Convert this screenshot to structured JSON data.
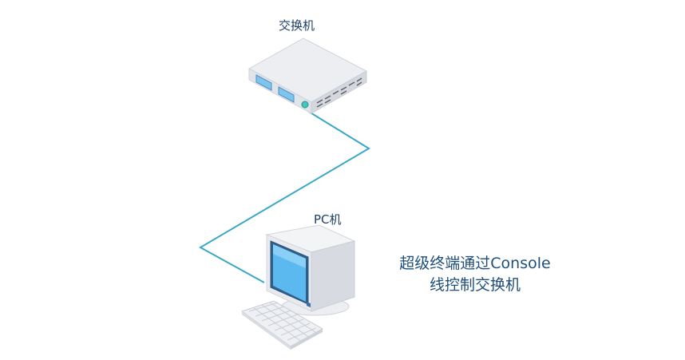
{
  "diagram": {
    "switch_label": "交换机",
    "pc_label": "PC机",
    "caption_line1": "超级终端通过Console",
    "caption_line2": "线控制交换机"
  },
  "colors": {
    "cable": "#39a8c6",
    "device_top": "#e9ebef",
    "device_side": "#d4d7dd",
    "screen": "#5cb9f0",
    "text": "#1f3f66"
  },
  "icons": [
    "switch-icon",
    "monitor-icon",
    "keyboard-icon",
    "console-cable"
  ]
}
